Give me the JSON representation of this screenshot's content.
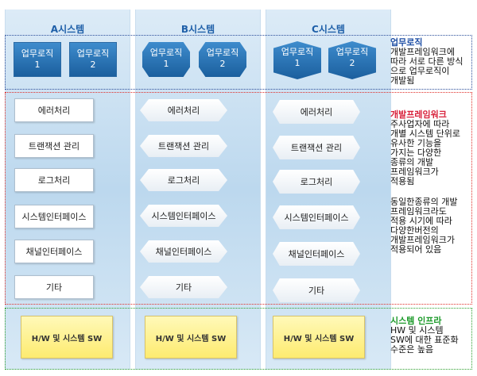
{
  "columns": [
    {
      "title": "A시스템"
    },
    {
      "title": "B시스템"
    },
    {
      "title": "C시스템"
    }
  ],
  "app_tile": {
    "label": "업무로직",
    "num1": "1",
    "num2": "2"
  },
  "framework_items": [
    "에러처리",
    "트랜잭션 관리",
    "로그처리",
    "시스템인터페이스",
    "채널인터페이스",
    "기타"
  ],
  "infra_label": "H/W 및 시스템 SW",
  "descriptions": {
    "business": {
      "title": "업무로직",
      "body": "개발프레임워크에\n따라 서로 다른 방식\n으로 업무로직이\n개발됨"
    },
    "framework": {
      "title": "개발프레임워크",
      "body1": "주사업자에 따라\n개별 시스템 단위로\n유사한 기능을\n가지는 다양한\n종류의 개발\n프레임워크가\n적용됨",
      "body2": "동일한종류의 개발\n프레임워크라도\n적용 시기에 따라\n다양한버전의\n개발프레임워크가\n적용되어 있음"
    },
    "infra": {
      "title": "시스템 인프라",
      "body": "HW 및 시스템\nSW에 대한 표준화\n수준은 높음"
    }
  },
  "colors": {
    "business_border": "#2b4e9a",
    "framework_border": "#e0302a",
    "infra_border": "#2ea02e",
    "business_title": "#1f4fa5",
    "framework_title": "#d8203a",
    "infra_title": "#1c9a2a"
  }
}
